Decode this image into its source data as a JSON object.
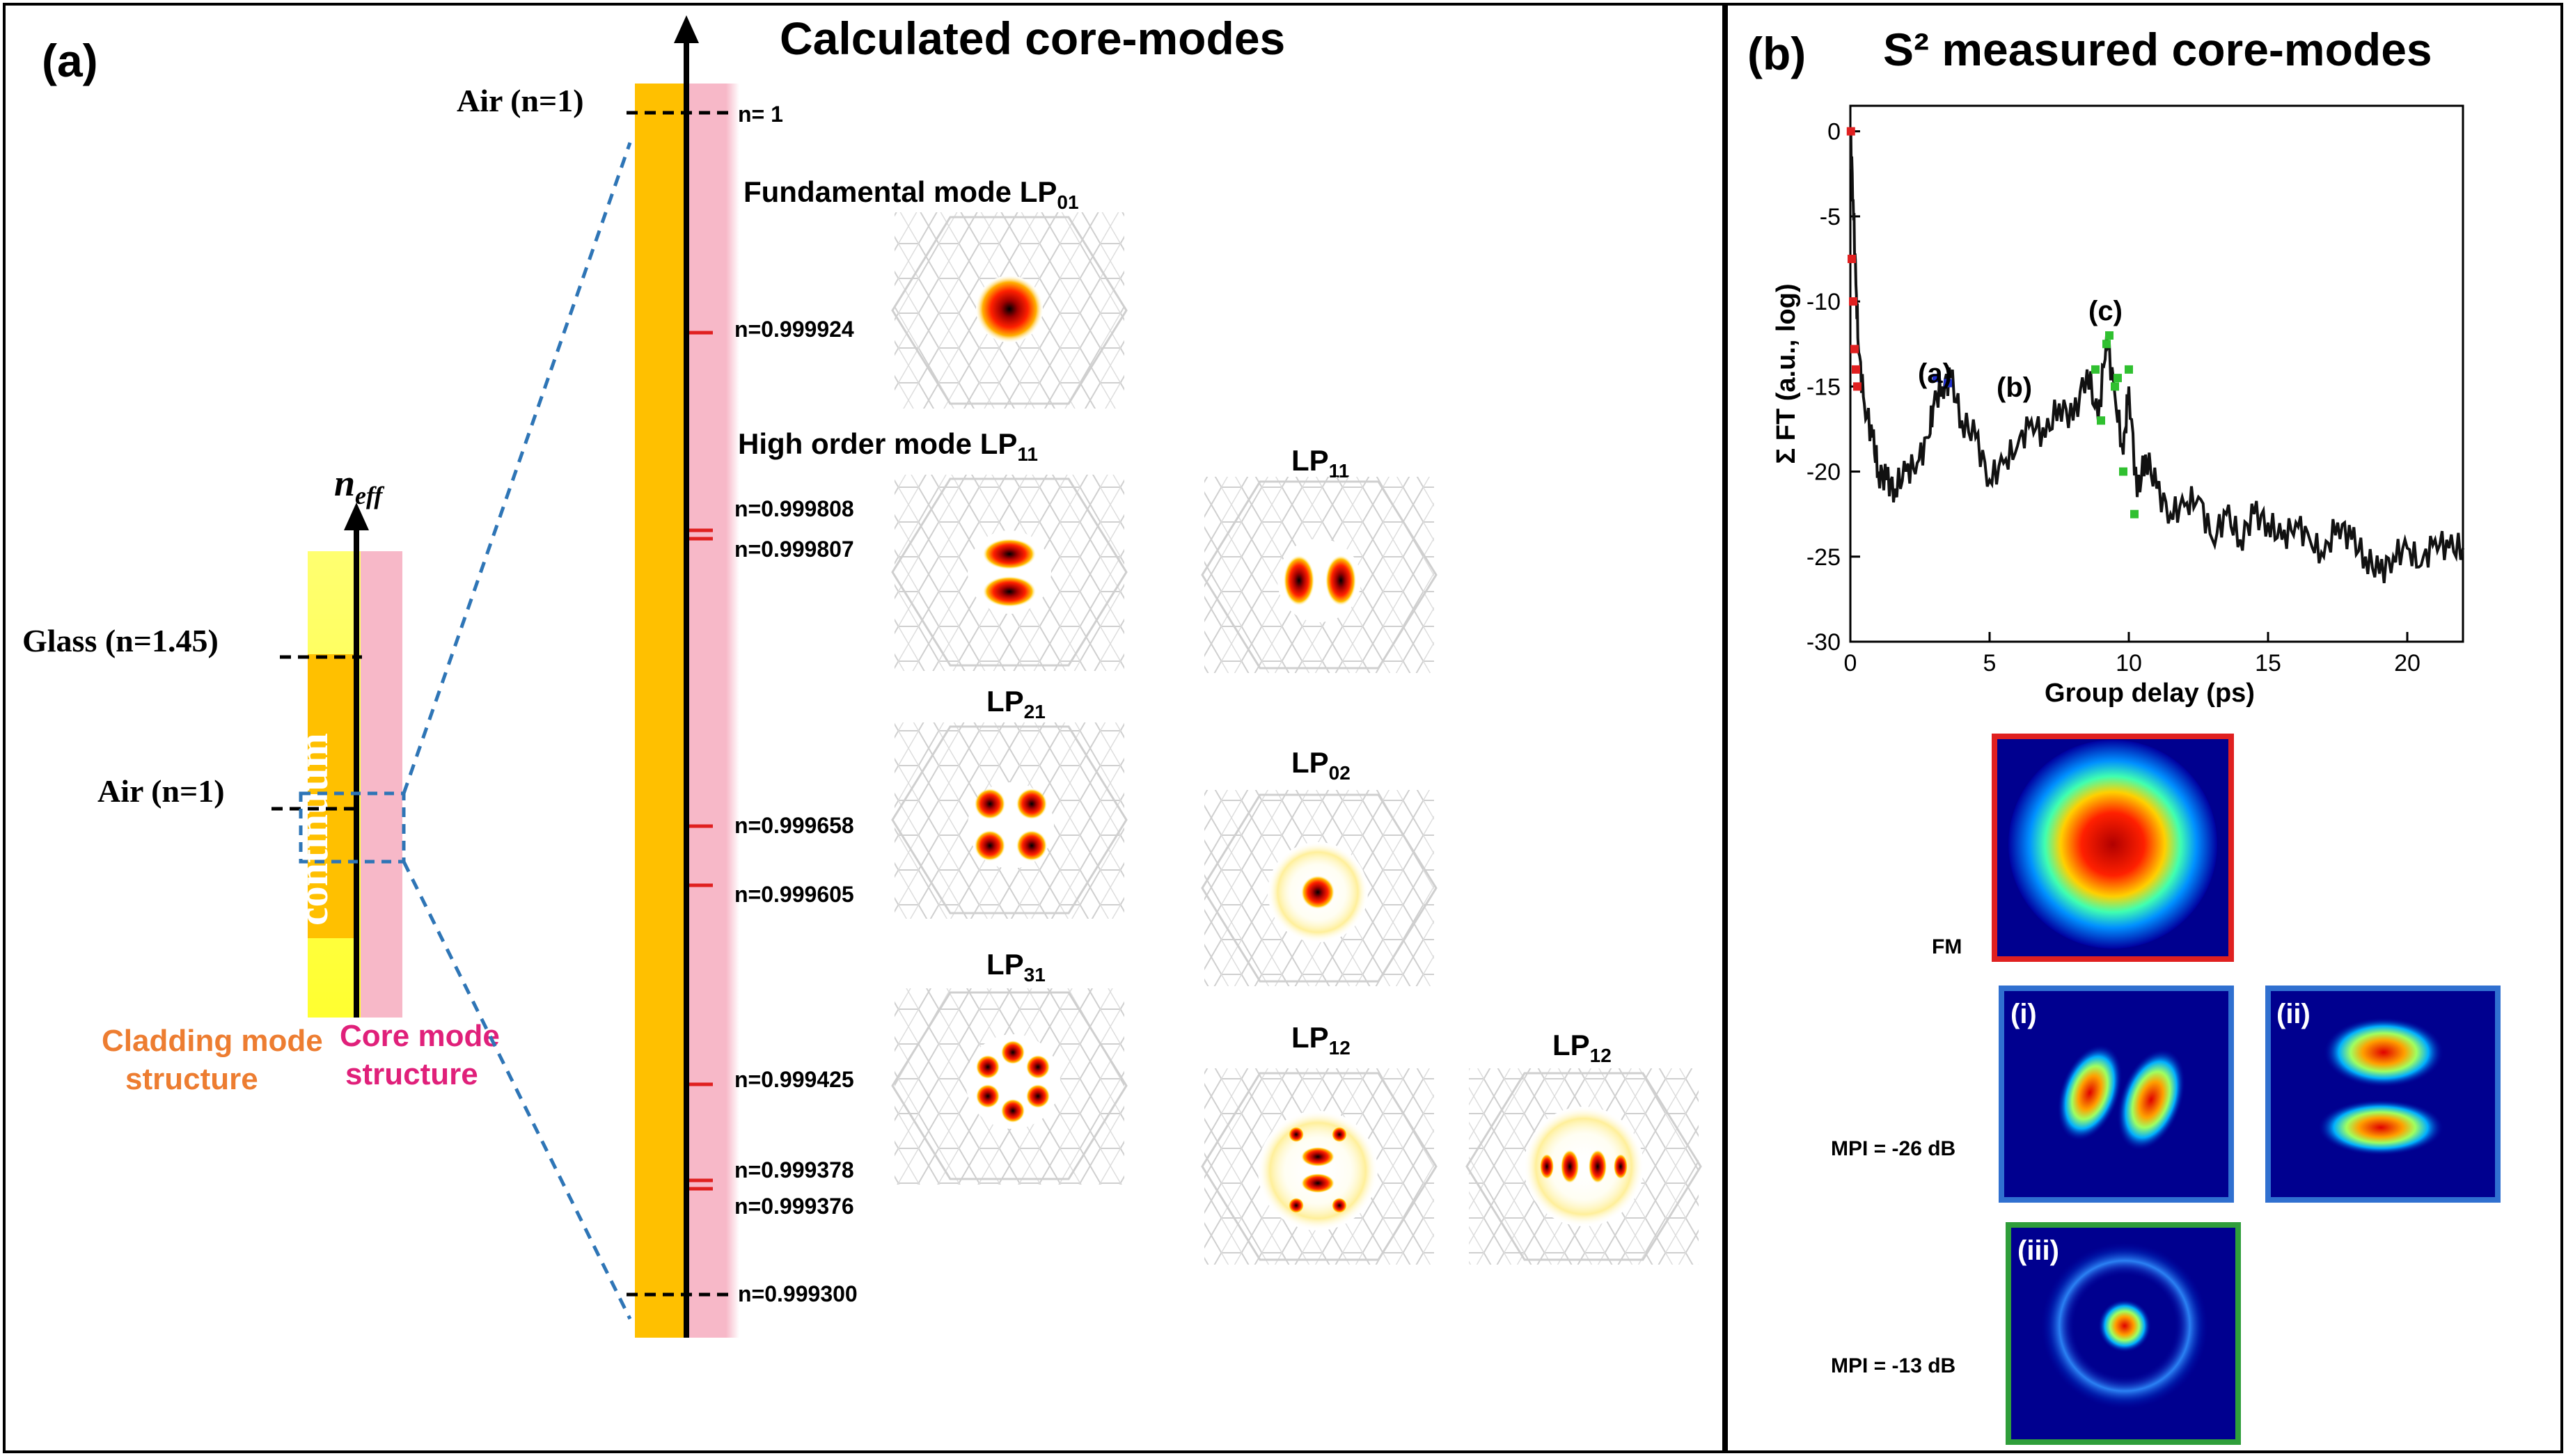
{
  "panel_a": {
    "tag": "(a)",
    "title": "Calculated core-modes",
    "neff_label_main": "n",
    "neff_label_sub": "eff",
    "glass_label": "Glass (n=1.45)",
    "air_label_left": "Air (n=1)",
    "air_label_top": "Air (n=1)",
    "continuum_label": "continuum",
    "cladding_label_line1": "Cladding mode",
    "cladding_label_line2": "structure",
    "core_label_line1": "Core mode",
    "core_label_line2": "structure",
    "index_levels": [
      "n= 1",
      "n=0.999924",
      "n=0.999808",
      "n=0.999807",
      "n=0.999658",
      "n=0.999605",
      "n=0.999425",
      "n=0.999378",
      "n=0.999376",
      "n=0.999300"
    ],
    "modes": [
      {
        "prefix": "Fundamental mode LP",
        "sub": "01"
      },
      {
        "prefix": "High order mode LP",
        "sub": "11"
      },
      {
        "prefix": "LP",
        "sub": "11"
      },
      {
        "prefix": "LP",
        "sub": "21"
      },
      {
        "prefix": "LP",
        "sub": "02"
      },
      {
        "prefix": "LP",
        "sub": "31"
      },
      {
        "prefix": "LP",
        "sub": "12"
      },
      {
        "prefix": "LP",
        "sub": "12"
      }
    ]
  },
  "panel_b": {
    "tag": "(b)",
    "title": "S² measured core-modes",
    "chart_data": {
      "type": "line",
      "title": "",
      "xlabel": "Group delay (ps)",
      "ylabel": "Σ FT (a.u., log)",
      "xlim": [
        0,
        22
      ],
      "ylim": [
        -30,
        1.5
      ],
      "xticks": [
        0,
        5,
        10,
        15,
        20
      ],
      "yticks": [
        0,
        -5,
        -10,
        -15,
        -20,
        -25,
        -30
      ],
      "series": [
        {
          "x": [
            0,
            0.1,
            0.2,
            0.3,
            0.5,
            0.8,
            1.0,
            1.3,
            1.6,
            2.0,
            2.4,
            2.8,
            3.0,
            3.3,
            3.6,
            4.0,
            4.5,
            5.0,
            5.5,
            6.0,
            6.5,
            7.0,
            7.5,
            8.0,
            8.5,
            8.9,
            9.2,
            9.5,
            9.8,
            10.0,
            10.3,
            10.6,
            11.0,
            11.5,
            12.0,
            12.5,
            13.0,
            13.5,
            14.0,
            14.5,
            15.0,
            15.5,
            16.0,
            16.5,
            17.0,
            17.5,
            18.0,
            18.5,
            19.0,
            19.5,
            20.0,
            20.5,
            21.0,
            21.5,
            22.0
          ],
          "y": [
            0,
            -4,
            -9,
            -13,
            -16,
            -18,
            -20,
            -20.5,
            -21,
            -20,
            -19.5,
            -18,
            -16,
            -15,
            -14.5,
            -17,
            -18,
            -20.5,
            -19.5,
            -18.5,
            -17,
            -18,
            -16,
            -17,
            -14,
            -17,
            -12,
            -15.5,
            -19,
            -15,
            -21.5,
            -19,
            -21,
            -22.5,
            -22,
            -21.5,
            -24,
            -22.5,
            -24,
            -22.5,
            -23,
            -24,
            -23,
            -24,
            -25,
            -23,
            -24,
            -25,
            -26,
            -25,
            -24.5,
            -25.5,
            -24,
            -24.5,
            -24.5
          ]
        }
      ],
      "markers": [
        {
          "x": 0.02,
          "y": 0,
          "color": "#e02020"
        },
        {
          "x": 0.05,
          "y": -7.5,
          "color": "#e02020"
        },
        {
          "x": 0.1,
          "y": -10,
          "color": "#e02020"
        },
        {
          "x": 0.15,
          "y": -12.8,
          "color": "#e02020"
        },
        {
          "x": 0.2,
          "y": -14,
          "color": "#e02020"
        },
        {
          "x": 0.25,
          "y": -15,
          "color": "#e02020"
        },
        {
          "x": 3.1,
          "y": -14.5,
          "color": "#2030d0"
        },
        {
          "x": 3.5,
          "y": -14.8,
          "color": "#2030d0"
        },
        {
          "x": 8.8,
          "y": -14,
          "color": "#30c030"
        },
        {
          "x": 9.0,
          "y": -17,
          "color": "#30c030"
        },
        {
          "x": 9.2,
          "y": -12.5,
          "color": "#30c030"
        },
        {
          "x": 9.3,
          "y": -12,
          "color": "#30c030"
        },
        {
          "x": 9.5,
          "y": -15,
          "color": "#30c030"
        },
        {
          "x": 9.6,
          "y": -14.5,
          "color": "#30c030"
        },
        {
          "x": 9.8,
          "y": -20,
          "color": "#30c030"
        },
        {
          "x": 10.0,
          "y": -14,
          "color": "#30c030"
        },
        {
          "x": 10.2,
          "y": -22.5,
          "color": "#30c030"
        }
      ],
      "annotations": [
        "(a)",
        "(b)",
        "(c)"
      ]
    },
    "fm_label": "FM",
    "mode_tags": [
      "(i)",
      "(ii)",
      "(iii)"
    ],
    "mpi_labels": [
      "MPI = -26 dB",
      "MPI = -13 dB"
    ]
  },
  "colors": {
    "continuum_bar": "#ffc000",
    "core_strip": "#f7b8c8",
    "glass_yellow": "#ffff66",
    "cladding_text": "#ed7d31",
    "core_text": "#e0207a",
    "dashed_guide": "#2e75b6",
    "red_tick": "#e02020",
    "frame_red": "#e02020",
    "frame_blue": "#3070d0",
    "frame_green": "#2f9e3a"
  }
}
